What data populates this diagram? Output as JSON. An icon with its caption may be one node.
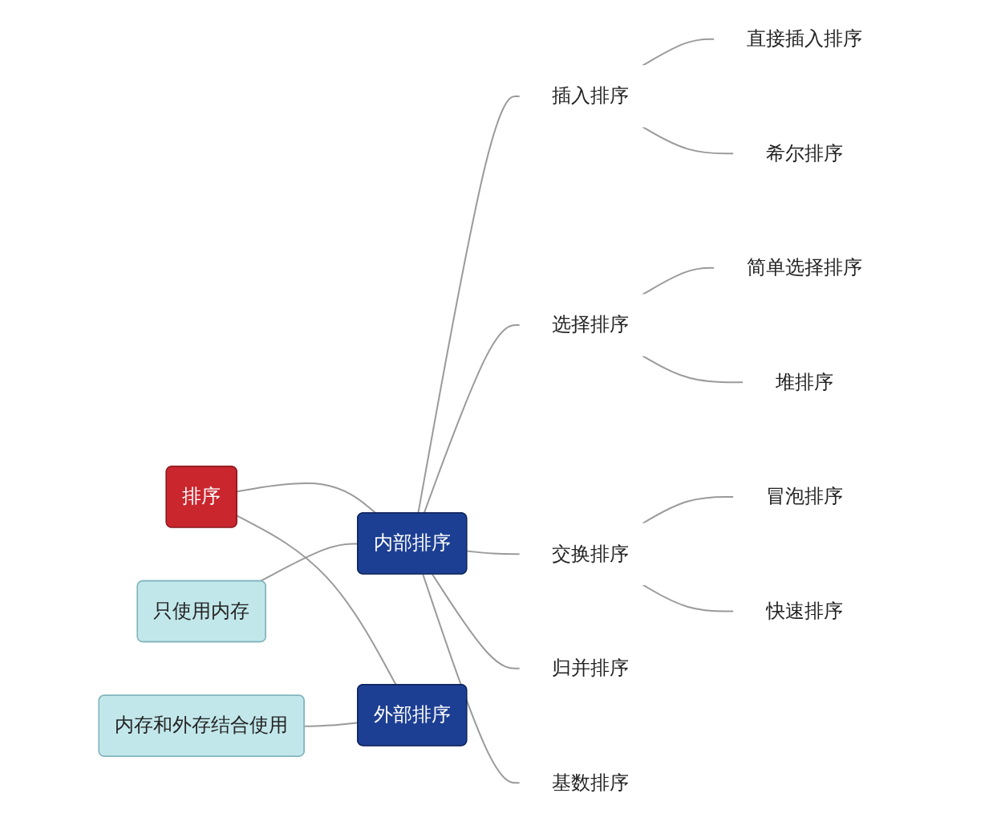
{
  "diagram": {
    "nodes": [
      {
        "text": [
          "排序"
        ]
      },
      {
        "text": [
          "只使用内存"
        ]
      },
      {
        "text": [
          "内部排序"
        ]
      },
      {
        "text": [
          "插入排序"
        ]
      },
      {
        "text": [
          "直接插入排序"
        ]
      },
      {
        "text": [
          "希尔排序"
        ]
      },
      {
        "text": [
          "选择排序"
        ]
      },
      {
        "text": [
          "简单选择排序"
        ]
      },
      {
        "text": [
          "堆排序"
        ]
      },
      {
        "text": [
          "交换排序"
        ]
      },
      {
        "text": [
          "冒泡排序"
        ]
      },
      {
        "text": [
          "快速排序"
        ]
      },
      {
        "text": [
          "归并排序"
        ]
      },
      {
        "text": [
          "基数排序"
        ]
      },
      {
        "text": [
          "内存和外存结合使用"
        ]
      },
      {
        "text": [
          "外部排序"
        ]
      }
    ],
    "edges": [
      {
        "from": 0,
        "to": 2,
        "arrow": "none"
      },
      {
        "from": 0,
        "to": 15,
        "arrow": "none"
      },
      {
        "from": 1,
        "to": 2,
        "arrow": "none"
      },
      {
        "from": 2,
        "to": 3,
        "arrow": "none"
      },
      {
        "from": 2,
        "to": 6,
        "arrow": "none"
      },
      {
        "from": 2,
        "to": 9,
        "arrow": "none"
      },
      {
        "from": 2,
        "to": 12,
        "arrow": "none"
      },
      {
        "from": 2,
        "to": 13,
        "arrow": "none"
      },
      {
        "from": 3,
        "to": 4,
        "arrow": "none"
      },
      {
        "from": 3,
        "to": 5,
        "arrow": "none"
      },
      {
        "from": 6,
        "to": 7,
        "arrow": "none"
      },
      {
        "from": 6,
        "to": 8,
        "arrow": "none"
      },
      {
        "from": 9,
        "to": 10,
        "arrow": "none"
      },
      {
        "from": 9,
        "to": 11,
        "arrow": "none"
      },
      {
        "from": 14,
        "to": 15,
        "arrow": "none"
      }
    ]
  }
}
